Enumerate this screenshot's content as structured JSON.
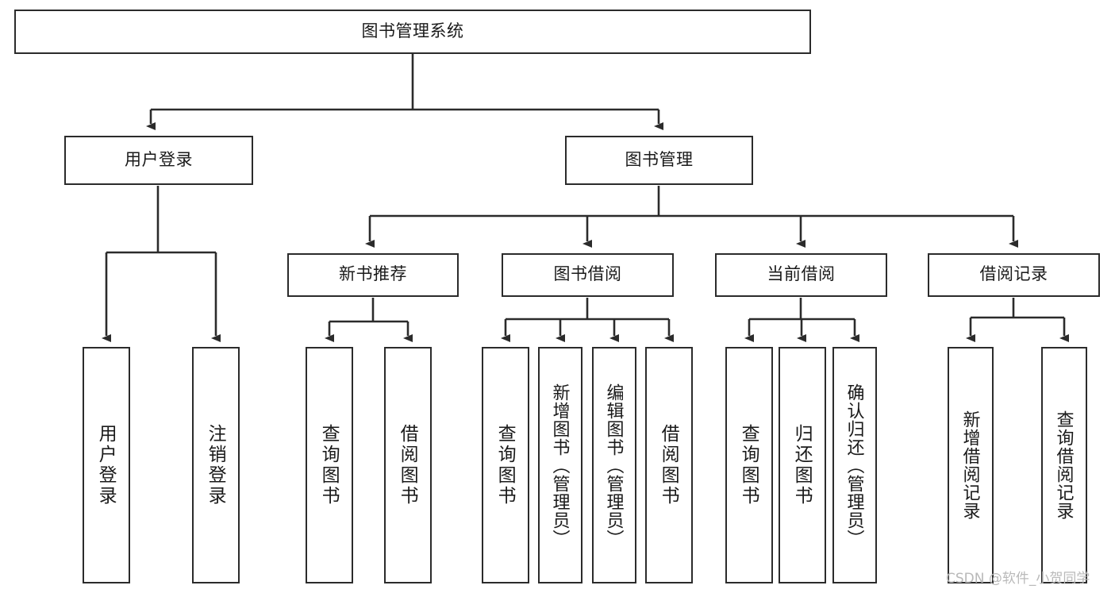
{
  "diagram": {
    "type": "hierarchy-tree",
    "title": "图书管理系统",
    "watermark": "CSDN @软件_小贺同学",
    "colors": {
      "box_border": "#2b2b2b",
      "box_fill": "#ffffff",
      "edge": "#2b2b2b",
      "text": "#1a1a1a",
      "watermark": "#b9b9b9"
    },
    "nodes": {
      "root": {
        "label": "图书管理系统",
        "level": 1,
        "orientation": "horizontal"
      },
      "l2": [
        {
          "id": "user-login",
          "label": "用户登录",
          "orientation": "horizontal"
        },
        {
          "id": "book-manage",
          "label": "图书管理",
          "orientation": "horizontal"
        }
      ],
      "l3": [
        {
          "id": "new-book-recommend",
          "label": "新书推荐",
          "orientation": "horizontal"
        },
        {
          "id": "book-borrow",
          "label": "图书借阅",
          "orientation": "horizontal"
        },
        {
          "id": "current-borrow",
          "label": "当前借阅",
          "orientation": "horizontal"
        },
        {
          "id": "borrow-record",
          "label": "借阅记录",
          "orientation": "horizontal"
        }
      ],
      "leaves": {
        "user-login": [
          {
            "id": "leaf-user-login",
            "label": "用户登录",
            "orientation": "vertical"
          },
          {
            "id": "leaf-logout",
            "label": "注销登录",
            "orientation": "vertical"
          }
        ],
        "new-book-recommend": [
          {
            "id": "leaf-query-book-1",
            "label": "查询图书",
            "orientation": "vertical"
          },
          {
            "id": "leaf-borrow-book-1",
            "label": "借阅图书",
            "orientation": "vertical"
          }
        ],
        "book-borrow": [
          {
            "id": "leaf-query-book-2",
            "label": "查询图书",
            "orientation": "vertical"
          },
          {
            "id": "leaf-add-book",
            "label": "新增图书（管理员）",
            "orientation": "vertical"
          },
          {
            "id": "leaf-edit-book",
            "label": "编辑图书（管理员）",
            "orientation": "vertical"
          },
          {
            "id": "leaf-borrow-book-2",
            "label": "借阅图书",
            "orientation": "vertical"
          }
        ],
        "current-borrow": [
          {
            "id": "leaf-query-book-3",
            "label": "查询图书",
            "orientation": "vertical"
          },
          {
            "id": "leaf-return-book",
            "label": "归还图书",
            "orientation": "vertical"
          },
          {
            "id": "leaf-confirm-return",
            "label": "确认归还（管理员）",
            "orientation": "vertical"
          }
        ],
        "borrow-record": [
          {
            "id": "leaf-add-record",
            "label": "新增借阅记录",
            "orientation": "vertical"
          },
          {
            "id": "leaf-query-record",
            "label": "查询借阅记录",
            "orientation": "vertical"
          }
        ]
      }
    }
  }
}
